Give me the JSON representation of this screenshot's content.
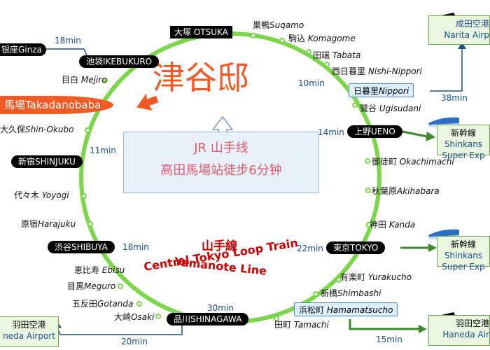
{
  "title": "津谷邸",
  "note": {
    "line1": "JR 山手线",
    "line2": "高田馬場站徒步6分钟"
  },
  "legend": {
    "jp": "山手線",
    "en1": "Yamanote Line",
    "en2": "Central Tokyo Loop Train"
  },
  "stations": {
    "otsuka": "大塚 OTSUKA",
    "sugamo_jp": "巣鴨",
    "sugamo_en": "Suqamo",
    "komagome_jp": "駒込",
    "komagome_en": "Komagome",
    "tabata_jp": "田端",
    "tabata_en": "Tabata",
    "nishinippori_jp": "西日暮里",
    "nishinippori_en": "Nishi-Nippori",
    "nippori_jp": "日暮里",
    "nippori_en": "Nippori",
    "ugisudani_jp": "鷺谷",
    "ugisudani_en": "Ugisudani",
    "ueno": "上野UENO",
    "okachimachi_jp": "御徒町",
    "okachimachi_en": "Okachimachi",
    "akihabara_jp": "秋葉原",
    "akihabara_en": "Akihabara",
    "kanda_jp": "神田",
    "kanda_en": "Kanda",
    "tokyo": "東京TOKYO",
    "yurakucho_jp": "有楽町",
    "yurakucho_en": "Yurakucho",
    "shimbashi_jp": "新橋",
    "shimbashi_en": "Shimbashi",
    "hamamatsucho_jp": "浜松町",
    "hamamatsucho_en": "Hamamatsucho",
    "tamachi_jp": "田町",
    "tamachi_en": "Tamachi",
    "shinagawa": "品川SHINAGAWA",
    "osaki_en": "Osaki",
    "osaki_jp": "大崎",
    "gotanda_jp": "五反田",
    "gotanda_en": "Gotanda",
    "meguro_jp": "目黒",
    "meguro_en": "Meguro",
    "ebisu_jp": "恵比寿",
    "ebisu_en": "Ebisu",
    "shibuya": "渋谷SHIBUYA",
    "harajuku_jp": "原宿",
    "harajuku_en": "Harajuku",
    "yoyogi_jp": "代々木",
    "yoyogi_en": "Yoyogi",
    "shinjuku": "新宿SHINJUKU",
    "shinokubo_jp": "大久保",
    "shinokubo_en": "Shin-Okubo",
    "takadanobaba": "馬場Takadanobaba",
    "mejiro_jp": "目白",
    "mejiro_en": "Mejiro",
    "ikebukuro": "池袋IKEBUKURO",
    "ginza": "银座Ginza"
  },
  "minutes": {
    "ginza": "18min",
    "tabata": "10min",
    "ueno": "14min",
    "shinjuku": "11min",
    "shibuya": "18min",
    "tokyo": "22min",
    "shinagawa": "30min",
    "narita": "38min",
    "haneda_l": "20min",
    "haneda_r": "15min"
  },
  "destinations": {
    "narita_jp": "成田空港",
    "narita_en": "Narita Airp",
    "shinkansen1_jp": "新幹線",
    "shinkansen1_en1": "Shinkans",
    "shinkansen1_en2": "Super Exp",
    "shinkansen2_jp": "新幹線",
    "shinkansen2_en1": "Shinkans",
    "shinkansen2_en2": "Super Exp",
    "haneda_l_jp": "羽田空港",
    "haneda_l_en": "neda Airport",
    "haneda_r_jp": "羽田空港",
    "haneda_r_en": "Haneda Air"
  },
  "colors": {
    "loop": "#7cd64a",
    "accent": "#f15a24",
    "connector": "#1a4f8a",
    "arrow_green": "#3a8a2a"
  }
}
